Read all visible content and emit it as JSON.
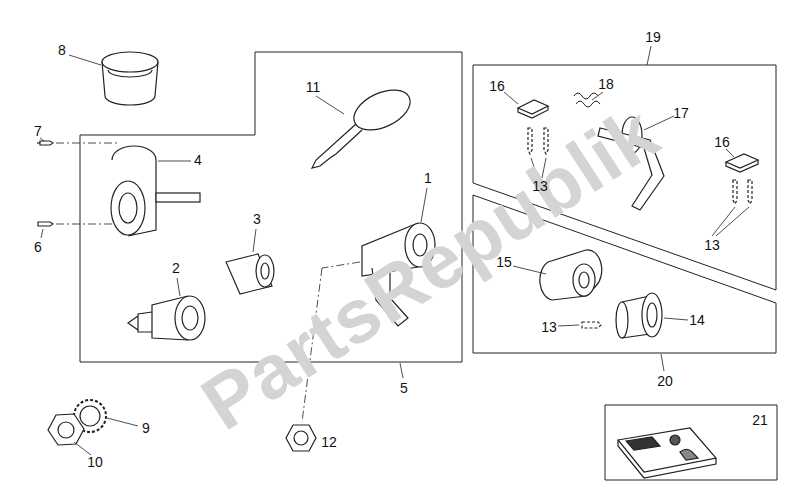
{
  "diagram": {
    "nodes": [
      {
        "text": [
          "5"
        ]
      },
      {
        "text": [
          "19"
        ]
      },
      {
        "text": [
          "20"
        ]
      },
      {
        "text": [
          "21"
        ]
      }
    ],
    "labels": [
      "PartsRepublik",
      "8",
      "7",
      "4",
      "6",
      "2",
      "3",
      "11",
      "1",
      "9",
      "10",
      "12",
      "16",
      "18",
      "17",
      "16",
      "13",
      "13",
      "15",
      "13",
      "14"
    ]
  }
}
